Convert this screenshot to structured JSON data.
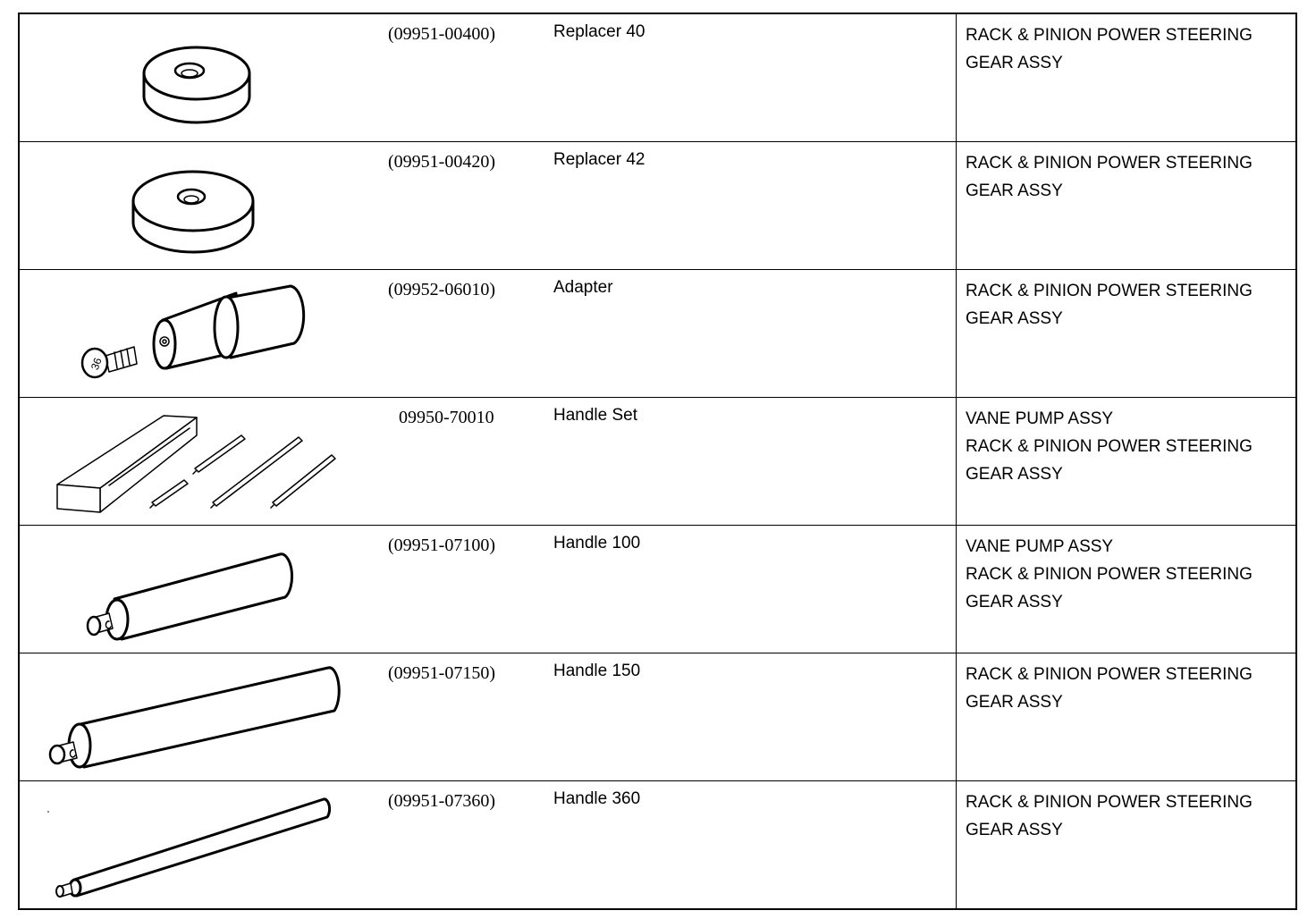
{
  "tools": [
    {
      "part_no": "(09951-00400)",
      "name": "Replacer 40",
      "applications": [
        "RACK & PINION POWER STEERING",
        "GEAR ASSY"
      ],
      "icon": "replacer-ring-icon"
    },
    {
      "part_no": "(09951-00420)",
      "name": "Replacer 42",
      "applications": [
        "RACK & PINION POWER STEERING",
        "GEAR ASSY"
      ],
      "icon": "replacer-ring-icon"
    },
    {
      "part_no": "(09952-06010)",
      "name": "Adapter",
      "applications": [
        "RACK & PINION POWER STEERING",
        "GEAR ASSY"
      ],
      "icon": "adapter-bolt-icon"
    },
    {
      "part_no": "09950-70010",
      "name": "Handle Set",
      "applications": [
        "VANE PUMP ASSY",
        "RACK & PINION POWER STEERING",
        "GEAR ASSY"
      ],
      "icon": "handle-set-icon"
    },
    {
      "part_no": "(09951-07100)",
      "name": "Handle 100",
      "applications": [
        "VANE PUMP ASSY",
        "RACK & PINION POWER STEERING",
        "GEAR ASSY"
      ],
      "icon": "handle-icon"
    },
    {
      "part_no": "(09951-07150)",
      "name": "Handle 150",
      "applications": [
        "RACK & PINION POWER STEERING",
        "GEAR ASSY"
      ],
      "icon": "handle-icon"
    },
    {
      "part_no": "(09951-07360)",
      "name": "Handle 360",
      "applications": [
        "RACK & PINION POWER STEERING",
        "GEAR ASSY"
      ],
      "icon": "handle-rod-icon"
    }
  ]
}
